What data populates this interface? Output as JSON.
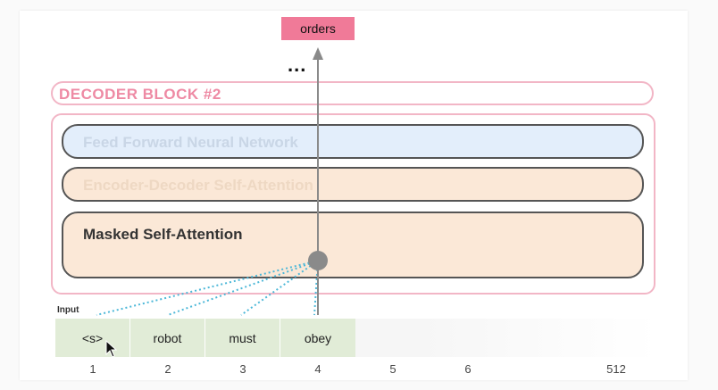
{
  "output_token": "orders",
  "ellipsis": "...",
  "decoder": {
    "title": "DECODER BLOCK #2",
    "layers": {
      "ffnn": "Feed Forward Neural Network",
      "encdec": "Encoder-Decoder Self-Attention",
      "masked": "Masked Self-Attention"
    }
  },
  "input": {
    "label": "Input",
    "tokens": [
      "<s>",
      "robot",
      "must",
      "obey"
    ],
    "positions": [
      "1",
      "2",
      "3",
      "4",
      "5",
      "6",
      "512"
    ]
  },
  "colors": {
    "output_token_bg": "#f07a98",
    "decoder_border": "#f2b6c6",
    "ffnn_bg": "#e3eefb",
    "attention_bg": "#fbe8d7",
    "token_bg": "#e1ecd7",
    "attention_lines": "#4db8d8",
    "arrow": "#8a8a8a"
  }
}
